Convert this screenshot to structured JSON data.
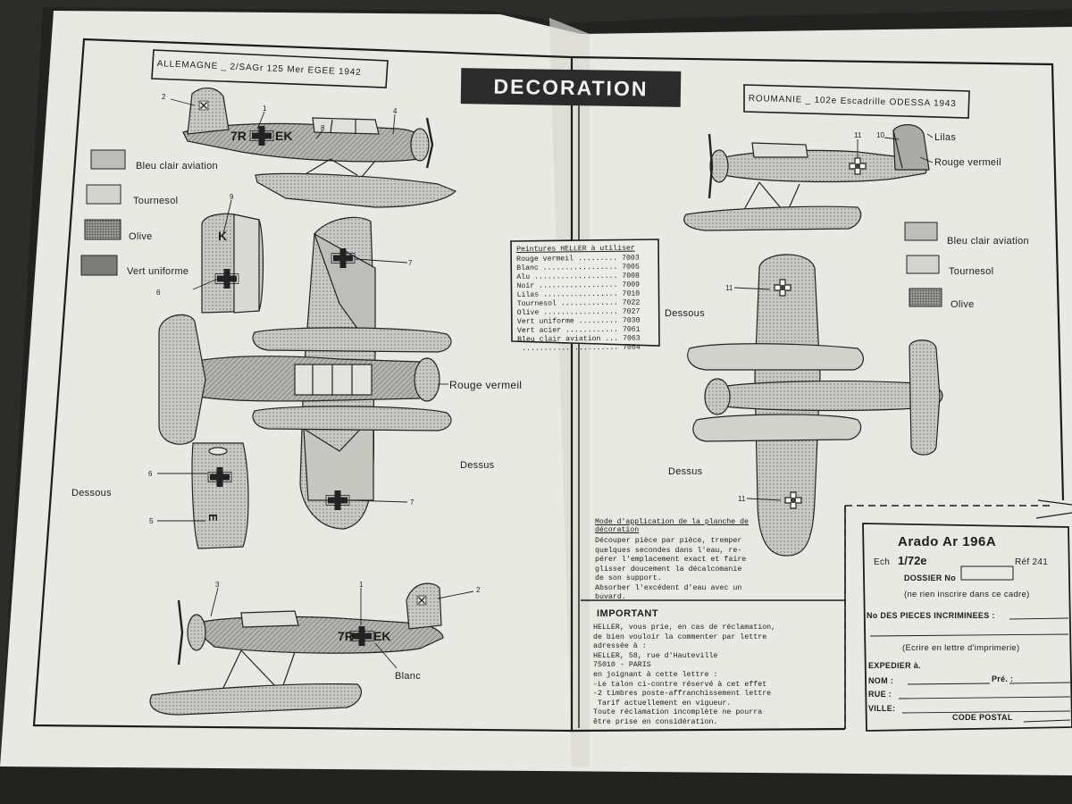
{
  "header": {
    "left_box": "ALLEMAGNE _ 2/SAGr 125 Mer EGEE 1942",
    "title": "DECORATION",
    "right_box": "ROUMANIE _ 102e Escadrille ODESSA 1943"
  },
  "colors": {
    "paper": "#e9e9e4",
    "ink": "#1c1c1c",
    "bleu_clair": "#b9b9b6",
    "tournesol": "#cfcfcb",
    "olive": "#8f8f8c",
    "vert": "#7a7a77"
  },
  "left_legend": [
    "Bleu clair aviation",
    "Tournesol",
    "Olive",
    "Vert uniforme"
  ],
  "right_legend": [
    "Bleu clair aviation",
    "Tournesol",
    "Olive"
  ],
  "callouts": {
    "left": {
      "n2a": "2",
      "n1a": "1",
      "n8": "8",
      "n4": "4",
      "n9": "9",
      "n6a": "6",
      "n7a": "7",
      "n6b": "6",
      "n5": "5",
      "n7b": "7",
      "n3": "3",
      "n1b": "1",
      "n2b": "2",
      "rouge": "Rouge vermeil",
      "dessus": "Dessus",
      "dessous": "Dessous",
      "blanc": "Blanc"
    },
    "right": {
      "n11a": "11",
      "n10": "10",
      "lilas": "Lilas",
      "rouge": "Rouge vermeil",
      "n11b": "11",
      "n11c": "11",
      "dessous": "Dessous",
      "dessus": "Dessus"
    }
  },
  "markings": {
    "code_left": "7R",
    "code_right": "EK",
    "fin_letter": "K",
    "wing_letter": "E"
  },
  "paints": {
    "title": "Peintures HELLER à utiliser",
    "rows": [
      {
        "name": "Rouge vermeil",
        "code": "7003"
      },
      {
        "name": "Blanc",
        "code": "7005"
      },
      {
        "name": "Alu",
        "code": "7008"
      },
      {
        "name": "Noir",
        "code": "7009"
      },
      {
        "name": "Lilas",
        "code": "7010"
      },
      {
        "name": "Tournesol",
        "code": "7022"
      },
      {
        "name": "Olive",
        "code": "7027"
      },
      {
        "name": "Vert uniforme",
        "code": "7030"
      },
      {
        "name": "Vert acier",
        "code": "7061"
      },
      {
        "name": "Bleu clair aviation",
        "code": "7063"
      },
      {
        "name": "",
        "code": "7064"
      }
    ]
  },
  "mode": {
    "title_1": "Mode d'application de la planche de",
    "title_2": "décoration",
    "body": [
      "Découper pièce par pièce, tremper",
      "quelques secondes dans l'eau, re-",
      "pérer l'emplacement exact et faire",
      "glisser doucement la décalcomanie",
      "de son support.",
      "Absorber l'excédent d'eau avec un",
      "buvard."
    ]
  },
  "important": {
    "title": "IMPORTANT",
    "lines": [
      "HELLER, vous prie, en cas de réclamation,",
      "de bien vouloir la commenter par lettre",
      "adressée à :",
      "HELLER, 58, rue d'Hauteville",
      "75010 - PARIS",
      "en joignant à cette lettre :",
      "-Le talon ci-contre réservé à cet effet",
      "-2 timbres poste-affranchissement lettre",
      " Tarif actuellement en vigueur.",
      "Toute réclamation incomplète ne pourra",
      "être prise en considération."
    ]
  },
  "form": {
    "model": "Arado Ar 196A",
    "scale_label": "Ech",
    "scale": "1/72e",
    "ref": "Réf 241",
    "dossier": "DOSSIER No",
    "note": "(ne rien inscrire dans ce cadre)",
    "pieces": "No DES PIECES INCRIMINEES :",
    "ecrire": "(Ecrire en lettre d'imprimerie)",
    "expedier": "EXPEDIER à.",
    "nom": "NOM :",
    "pre": "Pré. :",
    "rue": "RUE :",
    "ville": "VILLE:",
    "code": "CODE POSTAL"
  }
}
